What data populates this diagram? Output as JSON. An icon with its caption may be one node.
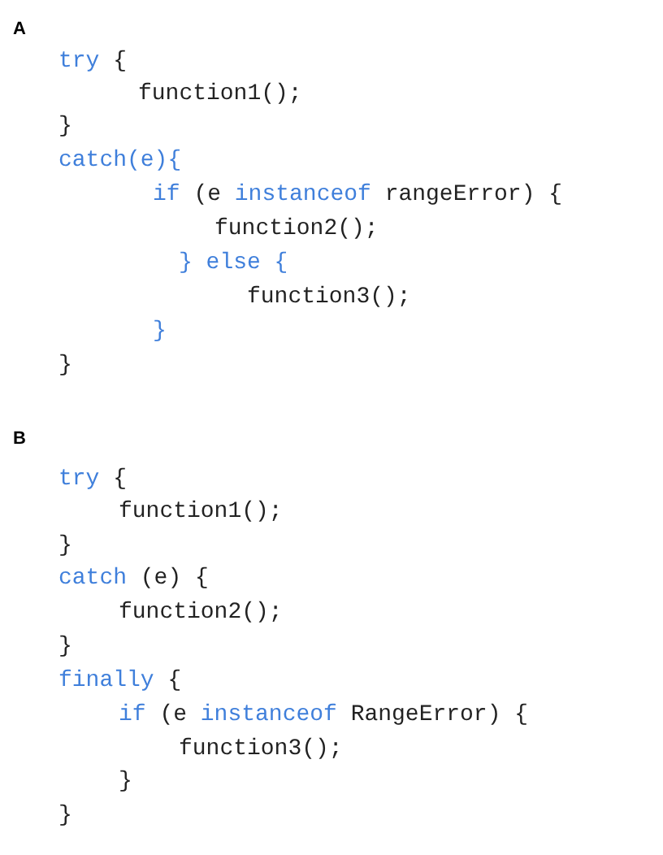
{
  "diagram": {
    "labels": [
      "A",
      "try",
      "{",
      "function1();",
      "}",
      "catch(e){",
      "if",
      "(e",
      "instanceof",
      "rangeError) {",
      "function2();",
      "} else {",
      "function3();",
      "}",
      "}",
      "B",
      "try",
      "{",
      "function1();",
      "}",
      "catch",
      "(e) {",
      "function2();",
      "}",
      "finally",
      "{",
      "if",
      "(e",
      "instanceof",
      "RangeError) {",
      "function3();",
      "}",
      "}"
    ]
  }
}
